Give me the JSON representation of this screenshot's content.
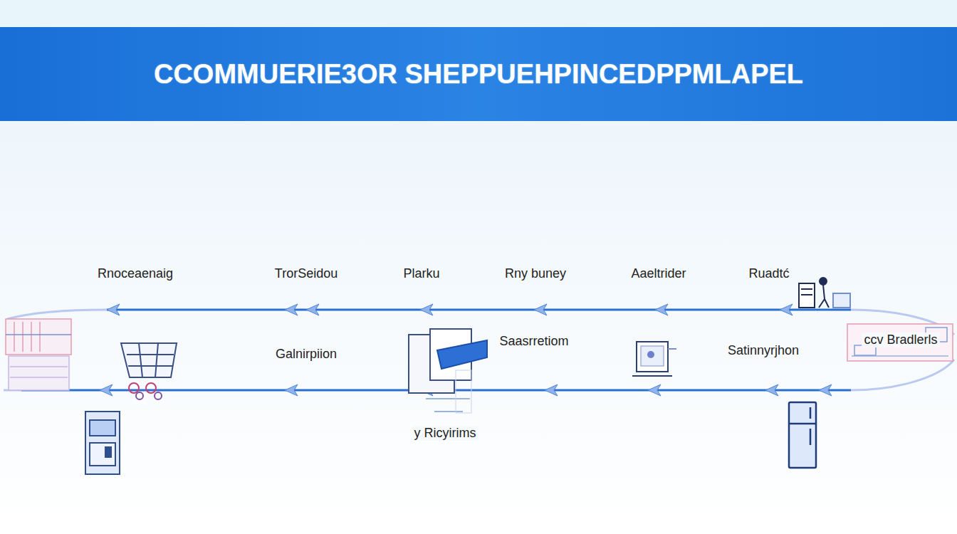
{
  "diagram": {
    "title": "CCOMMUERIE3OR SHEPPUEHPINCEDPPMLAPEL",
    "labels": [
      "Rnoceaenaig",
      "TrorSeidou",
      "Plarku",
      "Rny buney",
      "Aaeltrider",
      "Ruadtć",
      "Galnirpiion",
      "Saasrretiom",
      "Satinnyrjhon",
      "ccv Bradlerls",
      "y Ricyirims"
    ]
  }
}
